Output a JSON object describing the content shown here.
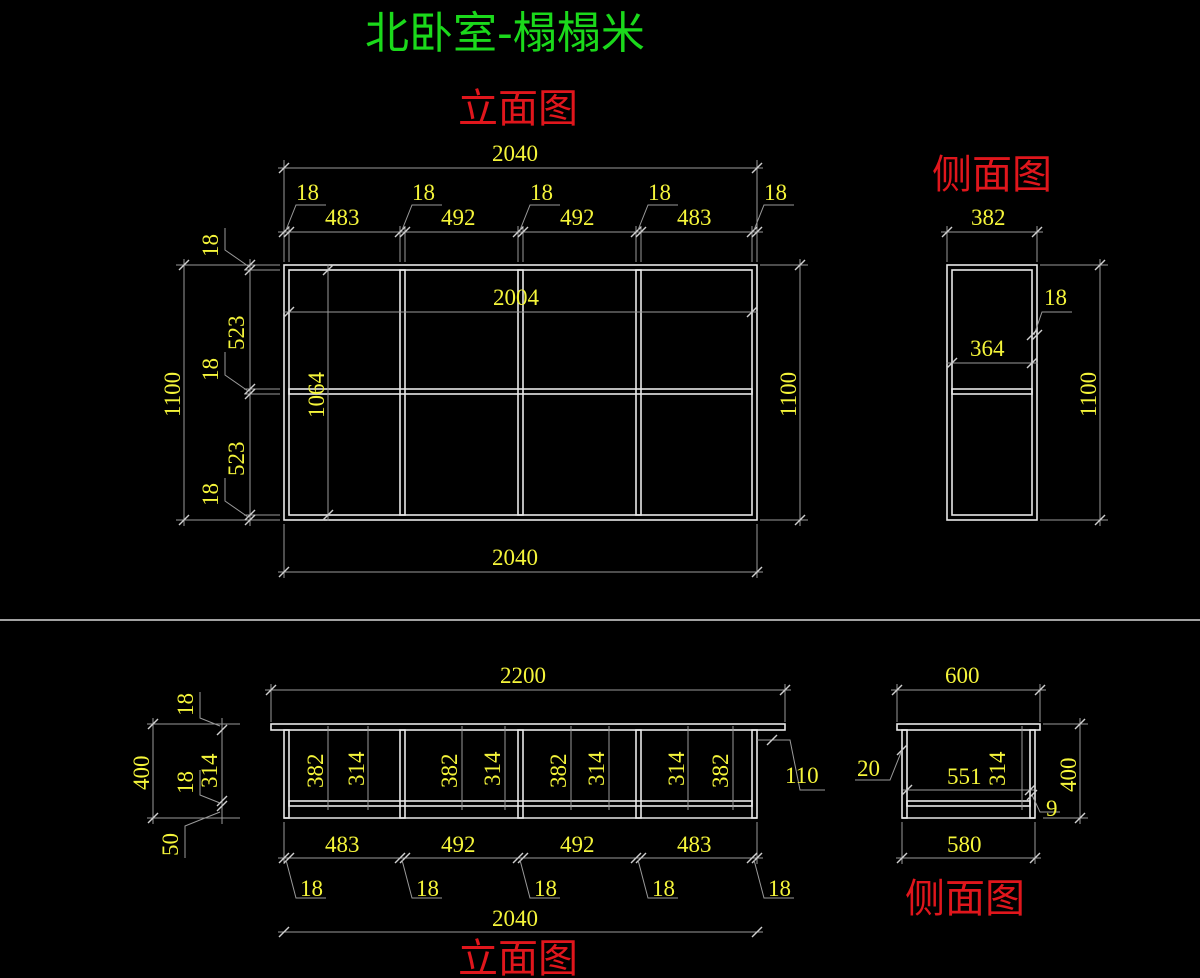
{
  "title": "北卧室-榻榻米",
  "colors": {
    "title": "#1bd91b",
    "view_label": "#e0161c",
    "dimension": "#f5f53a",
    "lines": "#e8e8e8",
    "background": "#000000"
  },
  "labels": {
    "elevation": "立面图",
    "side": "侧面图"
  },
  "upper_elevation": {
    "total_width_top": "2040",
    "panel_thickness": "18",
    "bay_widths": [
      "483",
      "492",
      "492",
      "483"
    ],
    "inner_width": "2004",
    "height_left": "1100",
    "height_right": "1100",
    "shelf_heights": [
      "523",
      "523"
    ],
    "inner_height": "1064",
    "total_width_bottom": "2040"
  },
  "upper_side": {
    "depth": "382",
    "thickness": "18",
    "inner_depth": "364",
    "height": "1100"
  },
  "lower_elevation": {
    "top_width": "2200",
    "thickness": "18",
    "height": "400",
    "inner_height": "314",
    "base": "50",
    "bay_heights": [
      "382",
      "314",
      "382",
      "314",
      "382",
      "314",
      "314",
      "382"
    ],
    "overhang": "110",
    "bay_widths": [
      "483",
      "492",
      "492",
      "483"
    ],
    "total_width": "2040"
  },
  "lower_side": {
    "top_depth": "600",
    "setback": "20",
    "inner_depth": "551",
    "inner_height": "314",
    "height": "400",
    "gap": "9",
    "bottom_depth": "580"
  }
}
